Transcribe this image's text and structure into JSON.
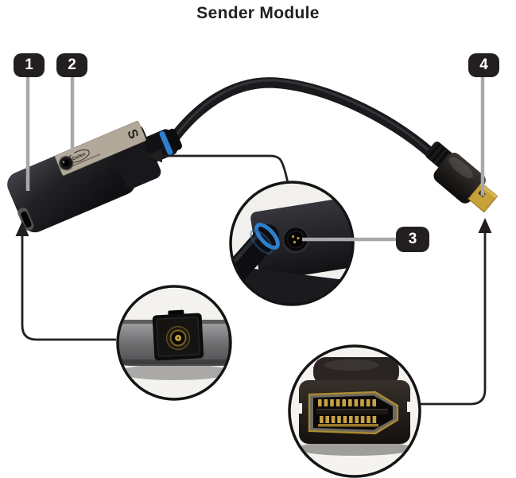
{
  "title": "Sender Module",
  "callouts": {
    "badge_1": "1",
    "badge_2": "2",
    "badge_3": "3",
    "badge_4": "4"
  },
  "device": {
    "brand_label": "Gefen",
    "sender_marking": "S"
  },
  "colors": {
    "badge_background": "#231f20",
    "badge_text": "#ffffff",
    "callout_line_gray": "#a7a9ac",
    "callout_line_black": "#231f20",
    "cable_ring_blue": "#2f7fd1",
    "connector_gold": "#c7a23b",
    "label_beige": "#b2a99a"
  }
}
